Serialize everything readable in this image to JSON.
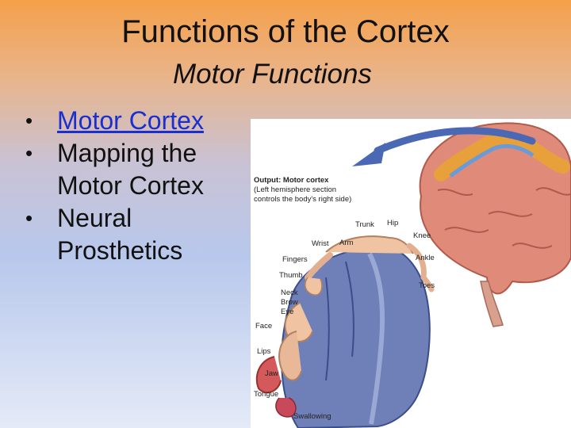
{
  "slide": {
    "title": "Functions of the Cortex",
    "subtitle": "Motor Functions",
    "bullets": [
      {
        "text": "Motor Cortex",
        "is_link": true
      },
      {
        "text": "Mapping the Motor Cortex",
        "is_link": false
      },
      {
        "text": "Neural Prosthetics",
        "is_link": false
      }
    ]
  },
  "figure": {
    "caption_title": "Output: Motor cortex",
    "caption_line1": "(Left hemisphere section",
    "caption_line2": "controls the body's right side)",
    "body_labels": {
      "trunk": "Trunk",
      "hip": "Hip",
      "knee": "Knee",
      "wrist": "Wrist",
      "arm": "Arm",
      "ankle": "Ankle",
      "fingers": "Fingers",
      "toes": "Toes",
      "thumb": "Thumb",
      "neck": "Neck",
      "brow": "Brow",
      "eye": "Eye",
      "face": "Face",
      "lips": "Lips",
      "jaw": "Jaw",
      "tongue": "Tongue",
      "swallowing": "Swallowing"
    }
  },
  "colors": {
    "link": "#1a2fd0",
    "brain_pink": "#e08a7a",
    "motor_strip": "#e8a13a",
    "arrow_blue": "#4a68b4",
    "cortex_section": "#6f80b8"
  }
}
